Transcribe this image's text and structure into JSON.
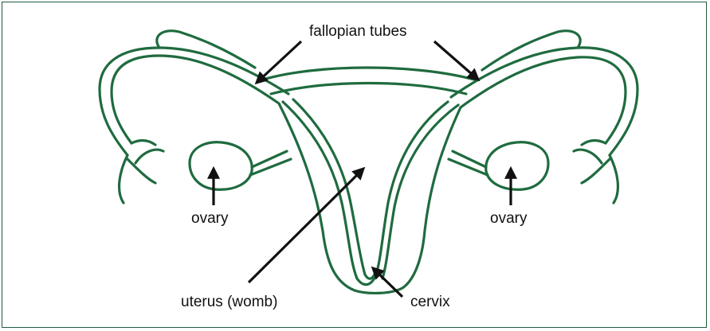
{
  "labels": {
    "fallopian_tubes": "fallopian tubes",
    "ovary_left": "ovary",
    "ovary_right": "ovary",
    "uterus": "uterus (womb)",
    "cervix": "cervix"
  },
  "colors": {
    "outline": "#1f6b3f",
    "frame": "#1f5c3f",
    "arrow": "#111111",
    "background": "#ffffff"
  }
}
